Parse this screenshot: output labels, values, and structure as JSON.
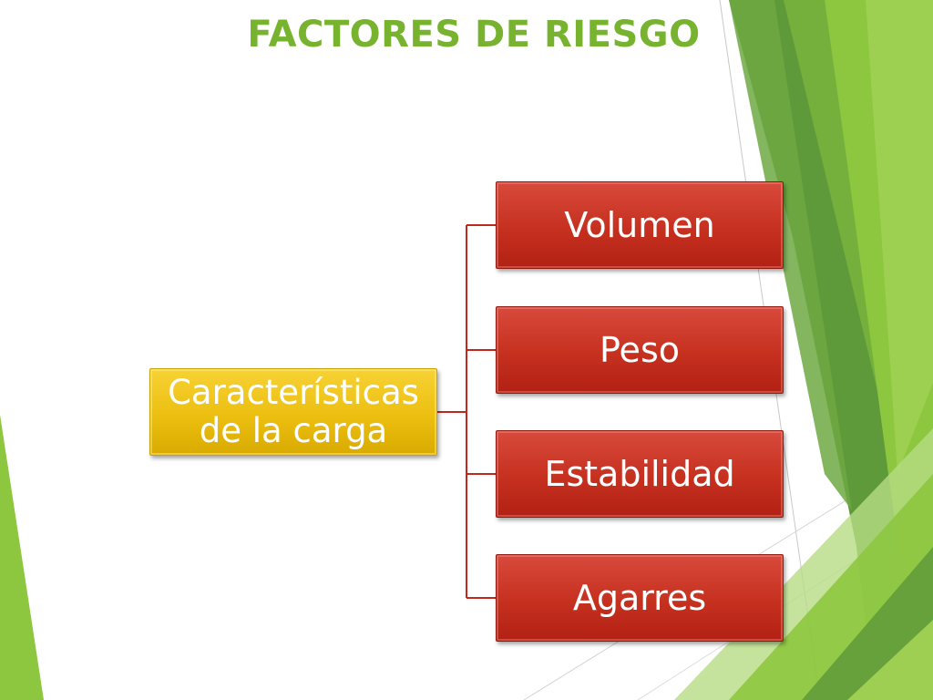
{
  "slide": {
    "title": "FACTORES DE RIESGO"
  },
  "diagram": {
    "root": {
      "label": "Características de la carga"
    },
    "children": [
      {
        "label": "Volumen"
      },
      {
        "label": "Peso"
      },
      {
        "label": "Estabilidad"
      },
      {
        "label": "Agarres"
      }
    ]
  },
  "colors": {
    "title": "#77b32f",
    "root_fill": "#ecbf10",
    "leaf_fill": "#c6301f",
    "connector": "#c0281b",
    "accent_green_dark": "#5f9a3a",
    "accent_green_light": "#8dc63f"
  }
}
